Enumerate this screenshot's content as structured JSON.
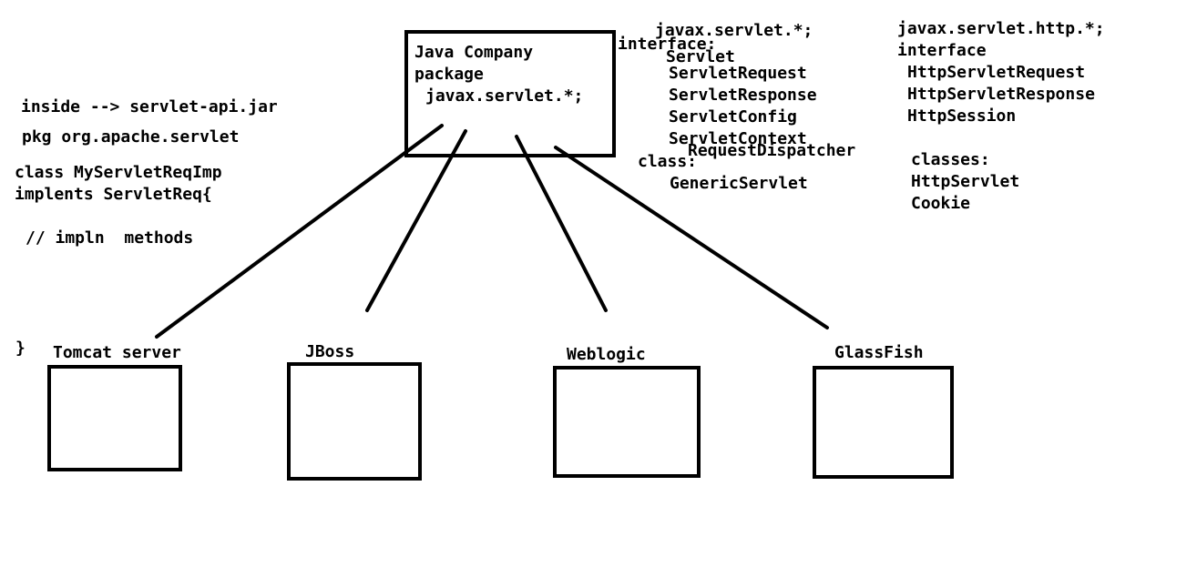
{
  "colors": {
    "ink": "#000000",
    "background": "#ffffff"
  },
  "left_notes": {
    "jar_line": "inside --> servlet-api.jar",
    "pkg_line": "pkg org.apache.servlet",
    "class_line1": "class MyServletReqImp",
    "class_line2": "implents ServletReq{",
    "comment_line": "// impln  methods",
    "closing_brace": "}"
  },
  "company_box": {
    "line1": "Java Company",
    "line2": "package",
    "line3": "javax.servlet.*;"
  },
  "servlet_pkg": {
    "title": "javax.servlet.*;",
    "interface_label": "interface:",
    "interfaces": [
      "Servlet",
      "ServletRequest",
      "ServletResponse",
      "ServletConfig",
      "ServletContext",
      "RequestDispatcher"
    ],
    "class_label": "class:",
    "classes": [
      "GenericServlet"
    ]
  },
  "http_pkg": {
    "title": "javax.servlet.http.*;",
    "interface_label": "interface",
    "interfaces": [
      "HttpServletRequest",
      "HttpServletResponse",
      "HttpSession"
    ],
    "class_label": "classes:",
    "classes": [
      "HttpServlet",
      "Cookie"
    ]
  },
  "servers": [
    {
      "label": "Tomcat server"
    },
    {
      "label": "JBoss"
    },
    {
      "label": "Weblogic"
    },
    {
      "label": "GlassFish"
    }
  ]
}
